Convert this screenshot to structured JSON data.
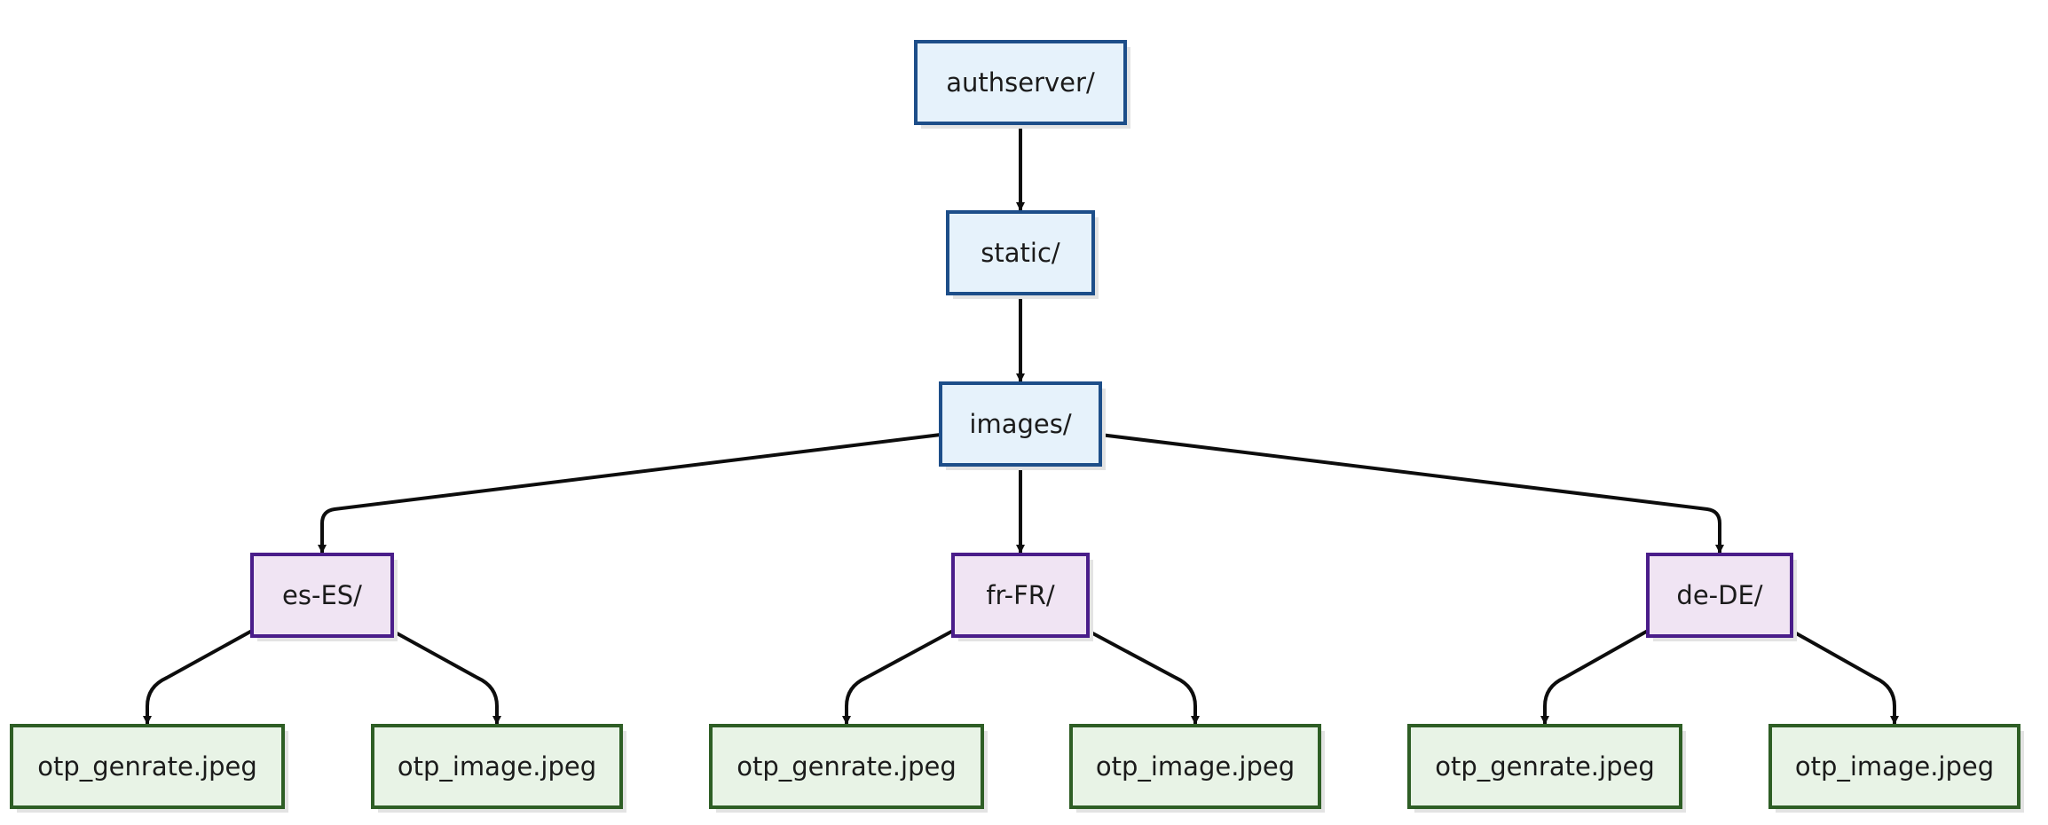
{
  "diagram": {
    "type": "directory-tree",
    "colors": {
      "folder_fill": "#e6f2fb",
      "folder_stroke": "#1d4e89",
      "locale_fill": "#f0e4f3",
      "locale_stroke": "#4a1d8a",
      "file_fill": "#e8f3e6",
      "file_stroke": "#2e5e25",
      "edge": "#0d0d0d"
    },
    "nodes": [
      {
        "id": "authserver",
        "label": "authserver/",
        "kind": "folder"
      },
      {
        "id": "static",
        "label": "static/",
        "kind": "folder"
      },
      {
        "id": "images",
        "label": "images/",
        "kind": "folder"
      },
      {
        "id": "es",
        "label": "es-ES/",
        "kind": "locale"
      },
      {
        "id": "fr",
        "label": "fr-FR/",
        "kind": "locale"
      },
      {
        "id": "de",
        "label": "de-DE/",
        "kind": "locale"
      },
      {
        "id": "es_genrate",
        "label": "otp_genrate.jpeg",
        "kind": "file"
      },
      {
        "id": "es_image",
        "label": "otp_image.jpeg",
        "kind": "file"
      },
      {
        "id": "fr_genrate",
        "label": "otp_genrate.jpeg",
        "kind": "file"
      },
      {
        "id": "fr_image",
        "label": "otp_image.jpeg",
        "kind": "file"
      },
      {
        "id": "de_genrate",
        "label": "otp_genrate.jpeg",
        "kind": "file"
      },
      {
        "id": "de_image",
        "label": "otp_image.jpeg",
        "kind": "file"
      }
    ],
    "edges": [
      {
        "from": "authserver",
        "to": "static"
      },
      {
        "from": "static",
        "to": "images"
      },
      {
        "from": "images",
        "to": "es"
      },
      {
        "from": "images",
        "to": "fr"
      },
      {
        "from": "images",
        "to": "de"
      },
      {
        "from": "es",
        "to": "es_genrate"
      },
      {
        "from": "es",
        "to": "es_image"
      },
      {
        "from": "fr",
        "to": "fr_genrate"
      },
      {
        "from": "fr",
        "to": "fr_image"
      },
      {
        "from": "de",
        "to": "de_genrate"
      },
      {
        "from": "de",
        "to": "de_image"
      }
    ]
  }
}
